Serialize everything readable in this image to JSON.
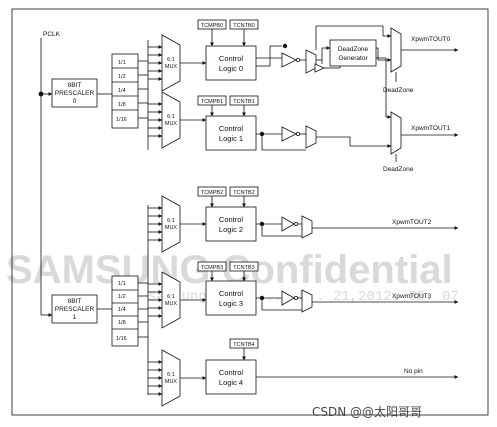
{
  "header_text": "",
  "watermark": {
    "main": "SAMSUNG Confidential",
    "sub": "samsung.d.........N.. 21,2012. 05. 07"
  },
  "credit": "CSDN @@太阳哥哥",
  "clock": "PCLK",
  "prescalers": [
    {
      "line1": "8BIT",
      "line2": "PRESCALER",
      "line3": "0"
    },
    {
      "line1": "8BIT",
      "line2": "PRESCALER",
      "line3": "1"
    }
  ],
  "dividers": [
    "1/1",
    "1/2",
    "1/4",
    "1/8",
    "1/16"
  ],
  "mux": {
    "line1": "6:1",
    "line2": "MUX"
  },
  "control_logic": [
    {
      "name": "Control",
      "index": "Logic 0",
      "tcmp": "TCMPB0",
      "tcnt": "TCNTB0"
    },
    {
      "name": "Control",
      "index": "Logic 1",
      "tcmp": "TCMPB1",
      "tcnt": "TCNTB1"
    },
    {
      "name": "Control",
      "index": "Logic 2",
      "tcmp": "TCMPB2",
      "tcnt": "TCNTB2"
    },
    {
      "name": "Control",
      "index": "Logic 3",
      "tcmp": "TCMPB3",
      "tcnt": "TCNTB3"
    },
    {
      "name": "Control",
      "index": "Logic 4",
      "tcmp": "",
      "tcnt": "TCNTB4"
    }
  ],
  "deadzone_generator": {
    "line1": "DeadZone",
    "line2": "Generator"
  },
  "deadzone_label": "DeadZone",
  "outputs": [
    "XpwmTOUT0",
    "XpwmTOUT1",
    "XpwmTOUT2",
    "XpwmTOUT3",
    "No pin"
  ]
}
